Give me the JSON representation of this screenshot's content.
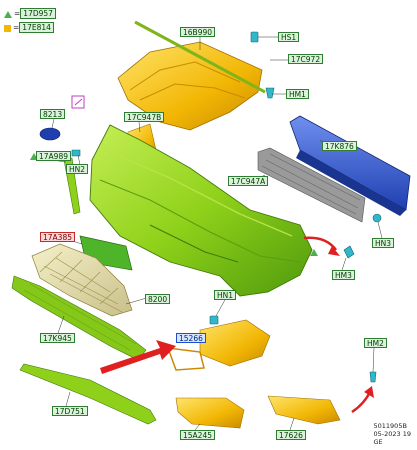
{
  "legend": [
    {
      "symbol": "triangle",
      "code": "17D957"
    },
    {
      "symbol": "square",
      "code": "17E814"
    }
  ],
  "parts": {
    "p16B990": "16B990",
    "pHS1": "HS1",
    "p17C972": "17C972",
    "pHM1": "HM1",
    "p8213": "8213",
    "p17C947B": "17C947B",
    "pHN2": "HN2",
    "p17A989": "17A989",
    "p17K876": "17K876",
    "p17C947A": "17C947A",
    "p17A385": "17A385",
    "pHN3": "HN3",
    "pHM3": "HM3",
    "p8200": "8200",
    "pHN1": "HN1",
    "p17K945": "17K945",
    "p15266": "15266",
    "pHM2": "HM2",
    "p17D751": "17D751",
    "p15A245": "15A245",
    "p17626": "17626"
  },
  "footer": {
    "line1": "5011905B",
    "line2": "05-2023 19",
    "line3": "GE"
  },
  "colors": {
    "bumper_green": "#8fd11a",
    "bracket_yellow": "#f2b705",
    "beam_blue": "#3a5fcf",
    "arrow_red": "#e02020",
    "label_green": "#d9f2d9",
    "label_red": "#ffd6d6",
    "label_blue": "#d6e4ff"
  }
}
